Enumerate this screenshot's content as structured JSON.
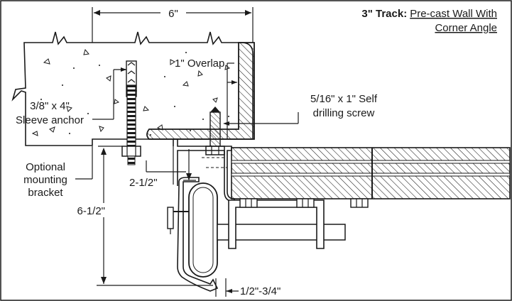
{
  "title": {
    "bold": "3\" Track:",
    "line1": "Pre-cast Wall With",
    "line2": "Corner Angle"
  },
  "labels": {
    "width_dim": "6\"",
    "overlap": "1\" Overlap",
    "screw_line1": "5/16\" x 1\" Self",
    "screw_line2": "drilling screw",
    "anchor_line1": "3/8\" x 4\"",
    "anchor_line2": "Sleeve anchor",
    "bracket_line1": "Optional",
    "bracket_line2": "mounting",
    "bracket_line3": "bracket",
    "dim_2_5": "2-1/2\"",
    "dim_6_5": "6-1/2\"",
    "dim_gap": "1/2\"-3/4\""
  }
}
